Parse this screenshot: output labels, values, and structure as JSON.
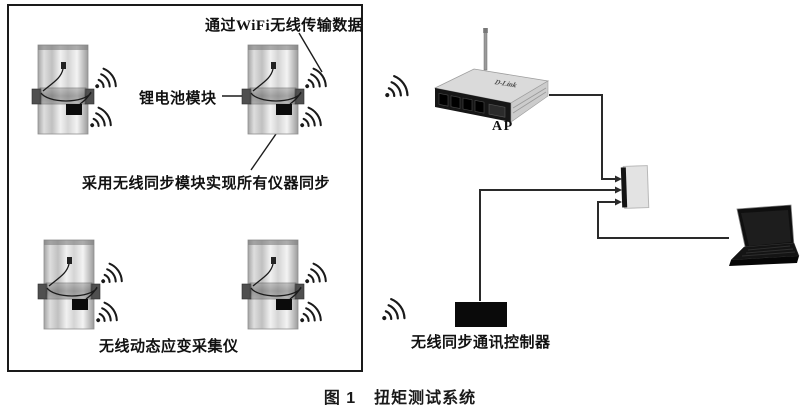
{
  "figure_caption": {
    "prefix": "图 1",
    "title": "扭矩测试系统"
  },
  "sensor_panel": {
    "unit_count": 4,
    "annotations": {
      "wifi_transfer": "通过WiFi无线传输数据",
      "battery_module": "锂电池模块",
      "sync_module": "采用无线同步模块实现所有仪器同步",
      "strain_collector": "无线动态应变采集仪"
    }
  },
  "network": {
    "ap": {
      "label": "AP",
      "brand": "D-Link"
    },
    "controller": {
      "label": "无线同步通讯控制器"
    }
  },
  "icons": {
    "wifi": "wifi-signal-arcs",
    "antenna": "ap-antenna"
  },
  "colors": {
    "line": "#1c1c1c",
    "panel_border": "#1a1a1a",
    "controller_fill": "#0a0a0a",
    "switch_fill": "#e3e3e3",
    "background": "#ffffff"
  }
}
